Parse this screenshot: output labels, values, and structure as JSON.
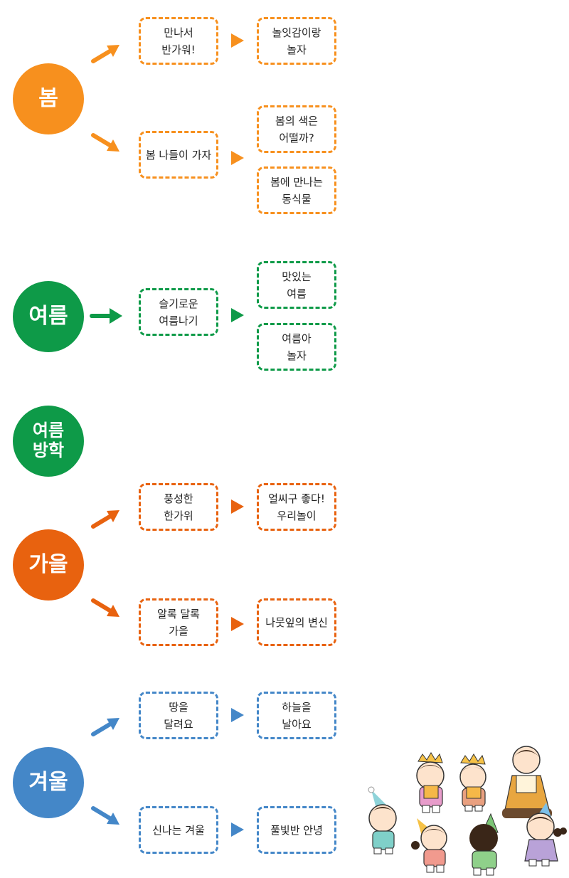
{
  "colors": {
    "spring": "#F7901E",
    "summer": "#0E9A48",
    "autumn": "#E8620F",
    "winter": "#4487C8"
  },
  "seasons": {
    "spring": {
      "label": "봄",
      "topic1": "만나서\n반가워!",
      "topic1_sub": "놀잇감이랑\n놀자",
      "topic2": "봄 나들이 가자",
      "topic2_sub1": "봄의 색은\n어떨까?",
      "topic2_sub2": "봄에 만나는\n동식물"
    },
    "summer": {
      "label": "여름",
      "topic1": "슬기로운\n여름나기",
      "topic1_sub1": "맛있는\n여름",
      "topic1_sub2": "여름아\n놀자"
    },
    "vacation": {
      "label": "여름\n방학"
    },
    "autumn": {
      "label": "가을",
      "topic1": "풍성한\n한가위",
      "topic1_sub": "얼씨구 좋다!\n우리놀이",
      "topic2": "알록 달록\n가을",
      "topic2_sub": "나뭇잎의 변신"
    },
    "winter": {
      "label": "겨울",
      "topic1": "땅을\n달려요",
      "topic1_sub": "하늘을\n날아요",
      "topic2": "신나는 겨울",
      "topic2_sub": "풀빛반 안녕"
    }
  }
}
